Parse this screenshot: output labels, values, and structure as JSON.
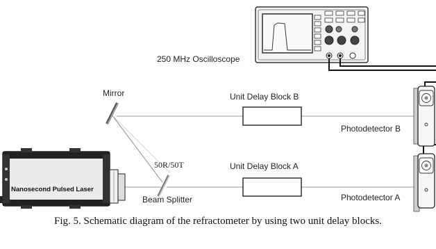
{
  "labels": {
    "oscilloscope": "250 MHz Oscilloscope",
    "mirror": "Mirror",
    "delay_b": "Unit Delay Block B",
    "delay_a": "Unit Delay Block A",
    "splitter_ratio": "50R/50T",
    "beam_splitter": "Beam Splitter",
    "detector_b": "Photodetector B",
    "detector_a": "Photodetector A",
    "laser": "Nanosecond Pulsed Laser"
  },
  "caption": "Fig. 5. Schematic diagram of the refractometer by using two unit delay blocks.",
  "colors": {
    "beam": "#9a9a9a",
    "cable": "#111111",
    "laser_body": "#ebebeb",
    "laser_dark": "#222222"
  }
}
